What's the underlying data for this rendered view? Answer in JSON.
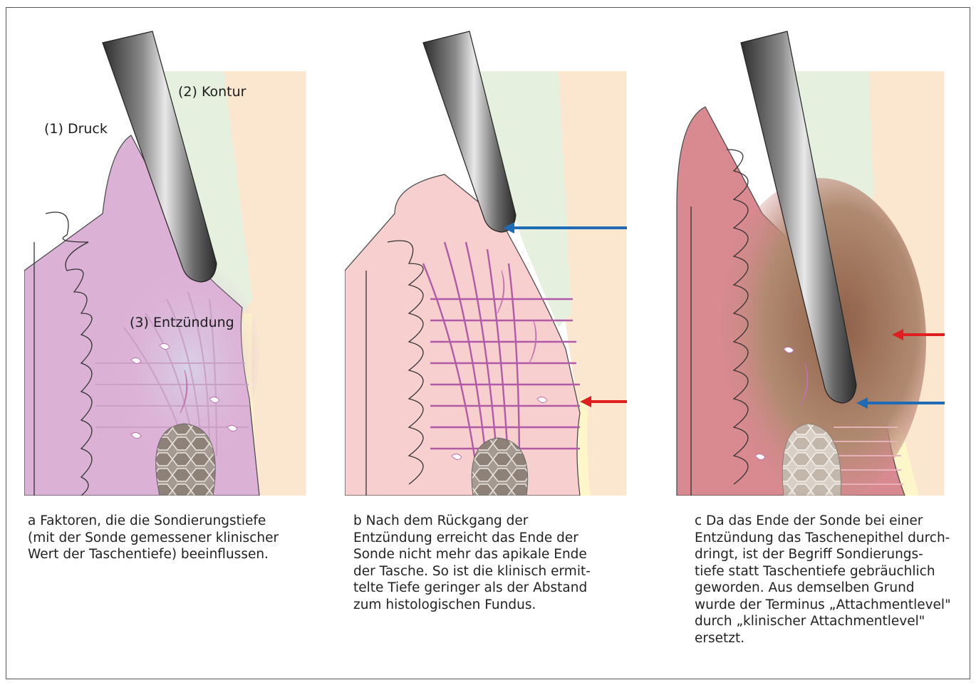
{
  "panels": {
    "a": {
      "labels": {
        "druck": "(1) Druck",
        "kontur": "(2) Kontur",
        "entzuendung": "(3) Entzündung"
      },
      "caption": "a  Faktoren, die die Sondierungstiefe\n(mit der Sonde gemessener klinischer\nWert der Taschentiefe) beeinflussen."
    },
    "b": {
      "caption": "b  Nach dem Rückgang der\nEntzündung erreicht das Ende der\nSonde nicht mehr das apikale Ende\nder Tasche. So ist die klinisch ermit-\ntelte Tiefe geringer als der Abstand\nzum histologischen Fundus."
    },
    "c": {
      "caption": "c  Da das Ende der Sonde bei einer\nEntzündung das Taschenepithel durch-\ndringt, ist der Begriff Sondierungs-\ntiefe statt Taschentiefe gebräuchlich\ngeworden. Aus demselben Grund\nwurde der Terminus „Attachmentlevel\"\ndurch „klinischer Attachmentlevel\"\nersetzt."
    }
  },
  "colors": {
    "tooth_enamel": "#e6f0df",
    "tooth_root": "#fbe7cf",
    "cementum": "#fdf6c8",
    "gingiva_a": "#dcb1d6",
    "gingiva_b": "#f7cfcf",
    "gingiva_c": "#d88a90",
    "inflamed_c": "#a3765c",
    "fibers": "#b05aa8",
    "bone": "#9a8f88",
    "arrow_blue": "#1f6bb5",
    "arrow_red": "#e02020",
    "probe": "#5a5a5a"
  }
}
